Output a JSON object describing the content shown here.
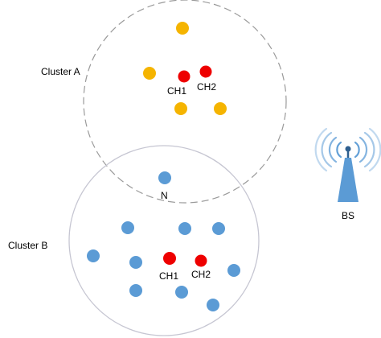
{
  "colors": {
    "background": "#ffffff",
    "yellow_node": "#f5b400",
    "red_node": "#ee0000",
    "blue_node": "#5b9bd5",
    "cluster_a_boundary": "#9a9a9a",
    "cluster_b_boundary": "#c6c6d2",
    "bs_tower": "#5b9bd5",
    "bs_tip": "#2e5f8f",
    "bs_waves": "#5b9bd5"
  },
  "labels": {
    "cluster_a": "Cluster A",
    "cluster_b": "Cluster B",
    "cluster_a_ch1": "CH1",
    "cluster_a_ch2": "CH2",
    "cluster_b_ch1": "CH1",
    "cluster_b_ch2": "CH2",
    "overlap_node": "N",
    "base_station": "BS"
  },
  "icons": {
    "base_station": "radio-tower-icon"
  }
}
